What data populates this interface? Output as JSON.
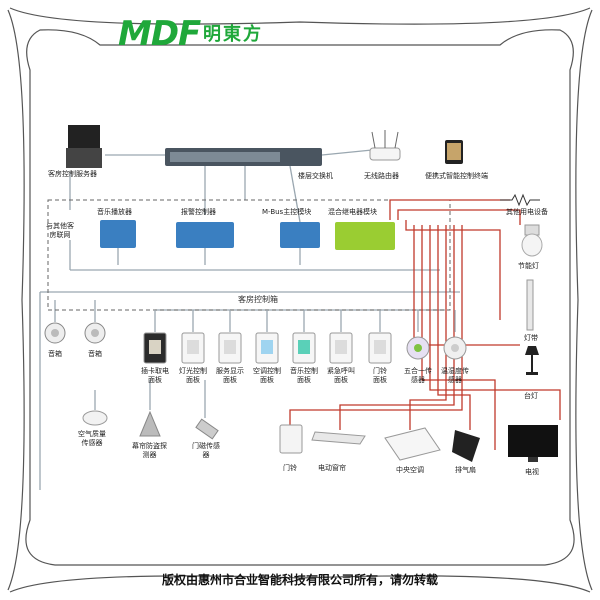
{
  "brand": {
    "logo_text": "MDF",
    "name": "明東方"
  },
  "devices": {
    "server": "客房控制服务器",
    "switch": "楼层交换机",
    "router": "无线路由器",
    "tablet": "便携式智能控制终端",
    "other_rooms": "与其他客\n房联网",
    "music_player": "音乐播放器",
    "alarm_controller": "报警控制器",
    "mbus_module": "M-Bus主控模块",
    "hybrid_relay": "混合继电器模块",
    "other_equipment": "其他用电设备",
    "energy_lamp": "节能灯",
    "light_strip": "灯带",
    "table_lamp": "台灯",
    "control_box": "客房控制箱",
    "speaker_1": "音箱",
    "speaker_2": "音箱",
    "air_quality": "空气质量\n传感器",
    "curtain_sensor": "幕帘防盗探\n测器",
    "door_magnet": "门磁传感\n器",
    "door_bell": "门铃",
    "curtain": "电动窗帘",
    "central_ac": "中央空调",
    "exhaust_fan": "排气扇",
    "tv": "电视"
  },
  "panels": [
    {
      "label": "插卡取电\n面板"
    },
    {
      "label": "灯光控制\n面板"
    },
    {
      "label": "服务显示\n面板"
    },
    {
      "label": "空调控制\n面板"
    },
    {
      "label": "音乐控制\n面板"
    },
    {
      "label": "紧急呼叫\n面板"
    },
    {
      "label": "门铃\n面板"
    },
    {
      "label": "五合一传\n感器"
    },
    {
      "label": "温湿度传\n感器"
    }
  ],
  "copyright": "版权由惠州市合业智能科技有限公司所有，请勿转载",
  "colors": {
    "brand": "#1fa83a",
    "relay_wire": "#c0392b",
    "bus_wire": "#9aa7b0",
    "module_blue": "#3a7fc1",
    "relay_green": "#9acd32"
  }
}
